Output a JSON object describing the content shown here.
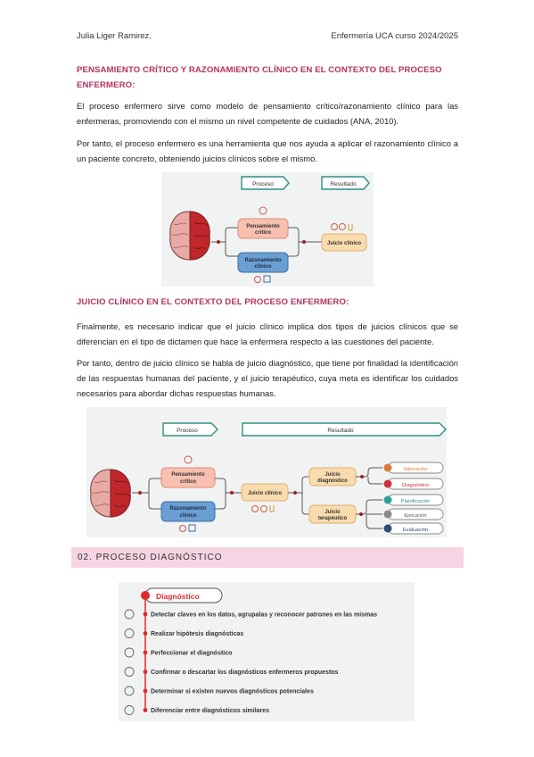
{
  "header": {
    "left": "Julia Liger Ramirez.",
    "right": "Enfermería UCA curso 2024/2025"
  },
  "section1": {
    "title": "PENSAMIENTO CRÍTICO Y RAZONAMIENTO CLÍNICO EN EL CONTEXTO DEL PROCESO ENFERMERO:",
    "p1": "El proceso enfermero sirve como modelo de pensamiento crítico/razonamiento clínico para las enfermeras, promoviendo con el mismo un nivel competente de cuidados (ANA, 2010).",
    "p2": "Por tanto, el proceso enfermero es una herramienta que nos ayuda a aplicar el razonamiento clínico a un paciente concreto, obteniendo juicios clínicos sobre el mismo."
  },
  "diagram1": {
    "proceso": "Proceso",
    "resultado": "Resultado",
    "pensamiento": [
      "Pensamiento",
      "crítico"
    ],
    "razonamiento": [
      "Razonamiento",
      "clínico"
    ],
    "juicio": "Juicio clínico"
  },
  "section2": {
    "title": "JUICIO CLÍNICO EN EL CONTEXTO DEL PROCESO ENFERMERO:",
    "p1": "Finalmente, es necesario indicar que el juicio clínico implica dos tipos de juicios clínicos que se diferencian en el tipo de dictamen que hace la enfermera respecto a las cuestiones del paciente.",
    "p2": "Por tanto, dentro de juicio clínico se habla de juicio diagnóstico, que tiene por finalidad la identificación de las respuestas humanas del paciente, y el juicio terapéutico, cuya meta es identificar los cuidados necesarios para abordar dichas respuestas humanas."
  },
  "diagram2": {
    "proceso": "Proceso",
    "resultado": "Resultado",
    "pensamiento": [
      "Pensamiento",
      "crítico"
    ],
    "razonamiento": [
      "Razonamiento",
      "clínico"
    ],
    "juicio": "Juicio clínico",
    "diagnostico": [
      "Juicio",
      "diagnóstico"
    ],
    "terapeutico": [
      "Juicio",
      "terapéutico"
    ],
    "valoracion": "Valoración",
    "diag_item": "Diagnóstico",
    "planificacion": "Planificación",
    "ejecucion": "Ejecución",
    "evaluacion": "Evaluación"
  },
  "section3": {
    "title": "02. PROCESO DIAGNÓSTICO"
  },
  "diagram3": {
    "title": "Diagnóstico",
    "items": [
      "Detectar claves en los datos, agrupalas y reconocer patrones en las mismas",
      "Realizar hipótesis diagnósticas",
      "Perfeccionar el diagnóstico",
      "Confirmar o descartar los diagnósticos enfermeros propuestos",
      "Determinar si existen nuevos diagnósticos potenciales",
      "Diferenciar entre diagnósticos similares"
    ]
  }
}
